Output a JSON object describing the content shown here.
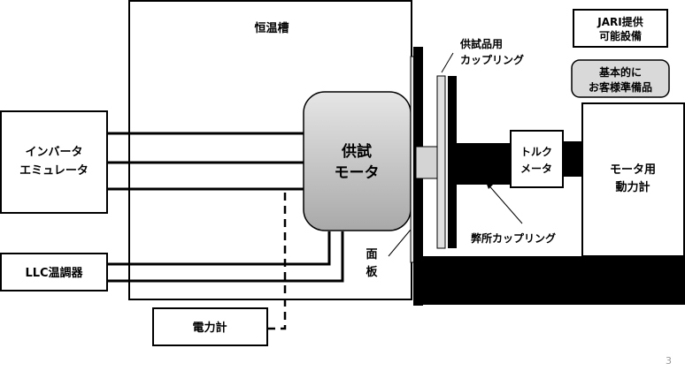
{
  "labels": {
    "chamber": "恒温槽",
    "inverter_line1": "インバータ",
    "inverter_line2": "エミュレータ",
    "llc": "LLC温調器",
    "power_meter": "電力計",
    "dut_line1": "供試",
    "dut_line2": "モータ",
    "faceplate_line1": "面",
    "faceplate_line2": "板",
    "dut_coupling_line1": "供試品用",
    "dut_coupling_line2": "カップリング",
    "our_coupling": "弊所カップリング",
    "torque_line1": "トルク",
    "torque_line2": "メータ",
    "dyno_line1": "モータ用",
    "dyno_line2": "動力計",
    "legend_jari_line1": "JARI提供",
    "legend_jari_line2": "可能設備",
    "legend_customer_line1": "基本的に",
    "legend_customer_line2": "お客様準備品"
  },
  "page_number": "3",
  "colors": {
    "dut_fill_top": "#e6e6e6",
    "dut_fill_bottom": "#a9a9a9",
    "legend_customer_fill": "#d9d9d9",
    "black": "#000000",
    "shaft_gray": "#d4d4d4"
  }
}
